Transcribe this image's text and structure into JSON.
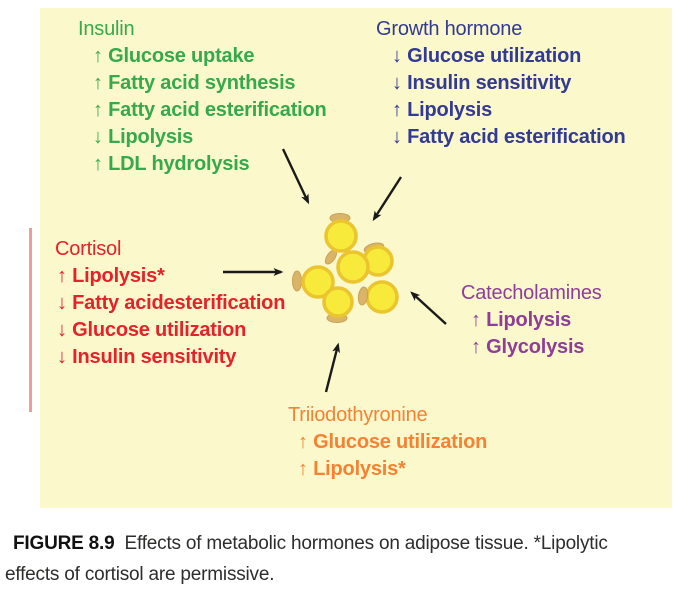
{
  "figure": {
    "panel_bg": "#FBF8CC",
    "margin_line_color": "#F09C9C",
    "arrow_color": "#1A1A1A",
    "adipose_cells": {
      "cell_fill": "#F8EA3B",
      "cell_ring": "#EBC52F",
      "nucleus_fill": "#D9B469"
    },
    "hormone_groups": [
      {
        "name": "Insulin",
        "color": "#35A94C",
        "effects": [
          {
            "direction": "increase",
            "glyph": "↑",
            "text": "Glucose uptake"
          },
          {
            "direction": "increase",
            "glyph": "↑",
            "text": "Fatty acid synthesis"
          },
          {
            "direction": "increase",
            "glyph": "↑",
            "text": "Fatty acid esterification"
          },
          {
            "direction": "decrease",
            "glyph": "↓",
            "text": "Lipolysis"
          },
          {
            "direction": "increase",
            "glyph": "↑",
            "text": "LDL hydrolysis"
          }
        ]
      },
      {
        "name": "Growth hormone",
        "color": "#333A93",
        "effects": [
          {
            "direction": "decrease",
            "glyph": "↓",
            "text": "Glucose utilization"
          },
          {
            "direction": "decrease",
            "glyph": "↓",
            "text": "Insulin sensitivity"
          },
          {
            "direction": "increase",
            "glyph": "↑",
            "text": "Lipolysis"
          },
          {
            "direction": "decrease",
            "glyph": "↓",
            "text": "Fatty acid esterification"
          }
        ]
      },
      {
        "name": "Cortisol",
        "color": "#E62129",
        "effects": [
          {
            "direction": "increase",
            "glyph": "↑",
            "text": "Lipolysis*"
          },
          {
            "direction": "decrease",
            "glyph": "↓",
            "text": "Fatty acidesterification"
          },
          {
            "direction": "decrease",
            "glyph": "↓",
            "text": "Glucose utilization"
          },
          {
            "direction": "decrease",
            "glyph": "↓",
            "text": "Insulin sensitivity"
          }
        ]
      },
      {
        "name": "Catecholamines",
        "color": "#8F3E98",
        "effects": [
          {
            "direction": "increase",
            "glyph": "↑",
            "text": "Lipolysis"
          },
          {
            "direction": "increase",
            "glyph": "↑",
            "text": "Glycolysis"
          }
        ]
      },
      {
        "name": "Triiodothyronine",
        "color": "#F58233",
        "effects": [
          {
            "direction": "increase",
            "glyph": "↑",
            "text": "Glucose utilization"
          },
          {
            "direction": "increase",
            "glyph": "↑",
            "text": "Lipolysis*"
          }
        ]
      }
    ]
  },
  "caption": {
    "label": "FIGURE 8.9",
    "text": "Effects of metabolic hormones on adipose tissue. *Lipolytic effects of cortisol are permissive."
  }
}
